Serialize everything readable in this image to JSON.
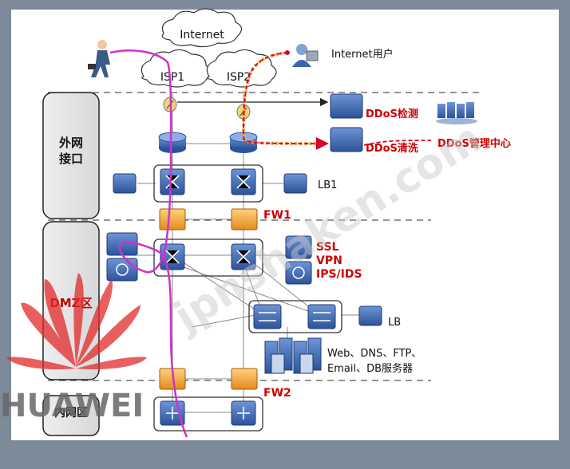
{
  "clouds": {
    "internet": "Internet",
    "isp1": "ISP1",
    "isp2": "ISP2"
  },
  "labels": {
    "internet_user": "Internet用户",
    "ddos_detect": "DDoS检测",
    "ddos_clean": "DDoS清洗",
    "ddos_mgmt": "DDoS管理中心",
    "lb1": "LB1",
    "fw1": "FW1",
    "ssl": "SSL",
    "vpn": "VPN",
    "ips": "IPS/IDS",
    "lb": "LB",
    "servers_line1": "Web、DNS、FTP、",
    "servers_line2": "Email、DB服务器",
    "fw2": "FW2"
  },
  "zones": {
    "external_line1": "外网",
    "external_line2": "接口",
    "dmz": "DMZ区",
    "internal": "内网区"
  },
  "watermark": {
    "brand": "HUAWEI",
    "site": "jpnshaken.com"
  },
  "colors": {
    "attack_path": "#d9002a",
    "user_path": "#cc33cc",
    "device_blue": "#3a66b0",
    "firewall_orange": "#f2a33a",
    "label_red": "#cc0000"
  }
}
